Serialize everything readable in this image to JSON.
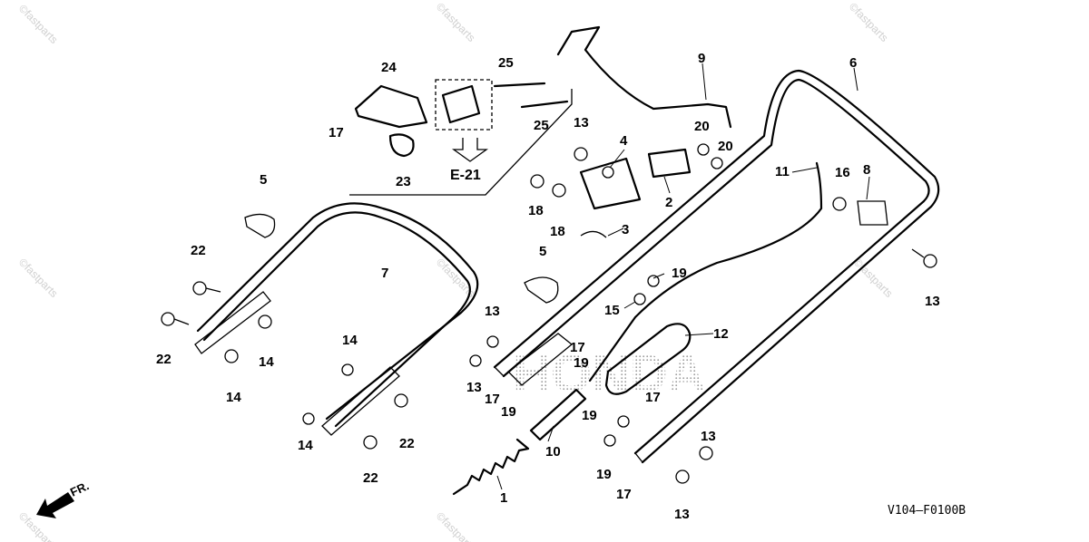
{
  "diagram": {
    "reference_label": "E-21",
    "code": "V104–F0100B",
    "brand_mark": "HONDA",
    "front_label": "FR.",
    "watermark": "©fastparts"
  },
  "callouts": [
    {
      "id": "c1",
      "text": "1"
    },
    {
      "id": "c2",
      "text": "2"
    },
    {
      "id": "c3",
      "text": "3"
    },
    {
      "id": "c4",
      "text": "4"
    },
    {
      "id": "c5a",
      "text": "5"
    },
    {
      "id": "c5b",
      "text": "5"
    },
    {
      "id": "c6",
      "text": "6"
    },
    {
      "id": "c7",
      "text": "7"
    },
    {
      "id": "c8",
      "text": "8"
    },
    {
      "id": "c9",
      "text": "9"
    },
    {
      "id": "c10",
      "text": "10"
    },
    {
      "id": "c11",
      "text": "11"
    },
    {
      "id": "c12",
      "text": "12"
    },
    {
      "id": "c13a",
      "text": "13"
    },
    {
      "id": "c13b",
      "text": "13"
    },
    {
      "id": "c13c",
      "text": "13"
    },
    {
      "id": "c13d",
      "text": "13"
    },
    {
      "id": "c13e",
      "text": "13"
    },
    {
      "id": "c13f",
      "text": "13"
    },
    {
      "id": "c14a",
      "text": "14"
    },
    {
      "id": "c14b",
      "text": "14"
    },
    {
      "id": "c14c",
      "text": "14"
    },
    {
      "id": "c14d",
      "text": "14"
    },
    {
      "id": "c15",
      "text": "15"
    },
    {
      "id": "c16",
      "text": "16"
    },
    {
      "id": "c17a",
      "text": "17"
    },
    {
      "id": "c17b",
      "text": "17"
    },
    {
      "id": "c17c",
      "text": "17"
    },
    {
      "id": "c17d",
      "text": "17"
    },
    {
      "id": "c17e",
      "text": "17"
    },
    {
      "id": "c18a",
      "text": "18"
    },
    {
      "id": "c18b",
      "text": "18"
    },
    {
      "id": "c19a",
      "text": "19"
    },
    {
      "id": "c19b",
      "text": "19"
    },
    {
      "id": "c19c",
      "text": "19"
    },
    {
      "id": "c19d",
      "text": "19"
    },
    {
      "id": "c19e",
      "text": "19"
    },
    {
      "id": "c20a",
      "text": "20"
    },
    {
      "id": "c20b",
      "text": "20"
    },
    {
      "id": "c22a",
      "text": "22"
    },
    {
      "id": "c22b",
      "text": "22"
    },
    {
      "id": "c22c",
      "text": "22"
    },
    {
      "id": "c22d",
      "text": "22"
    },
    {
      "id": "c23",
      "text": "23"
    },
    {
      "id": "c24",
      "text": "24"
    },
    {
      "id": "c25a",
      "text": "25"
    },
    {
      "id": "c25b",
      "text": "25"
    }
  ]
}
